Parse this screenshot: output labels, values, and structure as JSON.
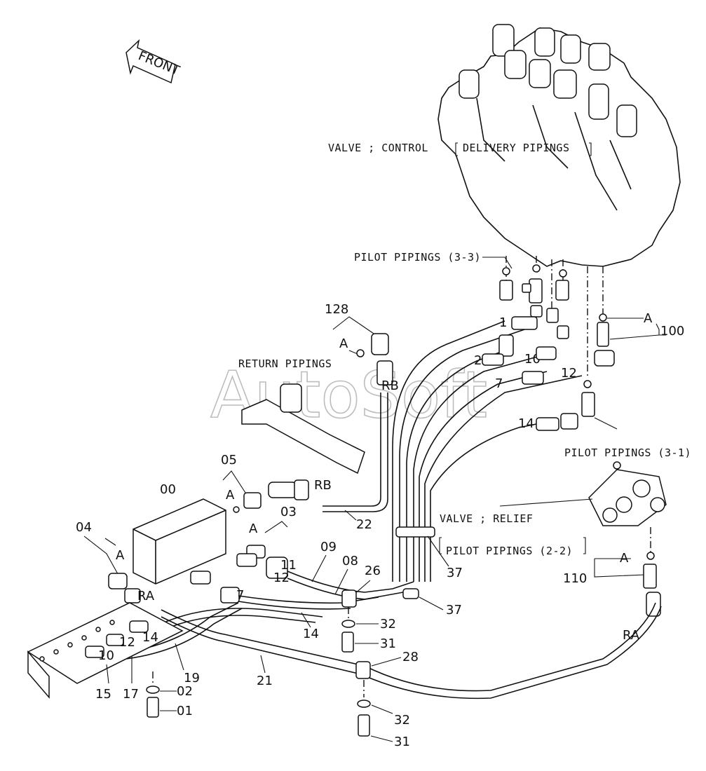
{
  "labels": {
    "front": "FRONT",
    "valve_control": "VALVE ; CONTROL",
    "delivery_pipings": "DELIVERY PIPINGS",
    "pilot_pipings_3_3": "PILOT PIPINGS (3-3)",
    "return_pipings": "RETURN PIPINGS",
    "pilot_pipings_3_1": "PILOT PIPINGS (3-1)",
    "valve_relief": "VALVE ; RELIEF",
    "pilot_pipings_2_2": "PILOT PIPINGS (2-2)",
    "watermark": "AutoSoft"
  },
  "callouts": {
    "c128": "128",
    "a1": "A",
    "rb1": "RB",
    "c05": "05",
    "a2": "A",
    "rb2": "RB",
    "c22": "22",
    "c00": "00",
    "c03": "03",
    "a3": "A",
    "c04": "04",
    "a4": "A",
    "ra1": "RA",
    "c09": "09",
    "c08": "08",
    "c26": "26",
    "c37a": "37",
    "c37b": "37",
    "c11": "11",
    "c12a": "12",
    "c7a": "7",
    "c32a": "32",
    "c31a": "31",
    "c14a": "14",
    "c14b": "14",
    "c12b": "12",
    "c10a": "10",
    "c19": "19",
    "c15": "15",
    "c17": "17",
    "c02": "02",
    "c01": "01",
    "c21": "21",
    "c28": "28",
    "c32b": "32",
    "c31b": "31",
    "a5": "A",
    "c100": "100",
    "c1": "1",
    "c2": "2",
    "c10b": "10",
    "c7b": "7",
    "c12c": "12",
    "c14c": "14",
    "a6": "A",
    "c110": "110",
    "ra2": "RA"
  }
}
